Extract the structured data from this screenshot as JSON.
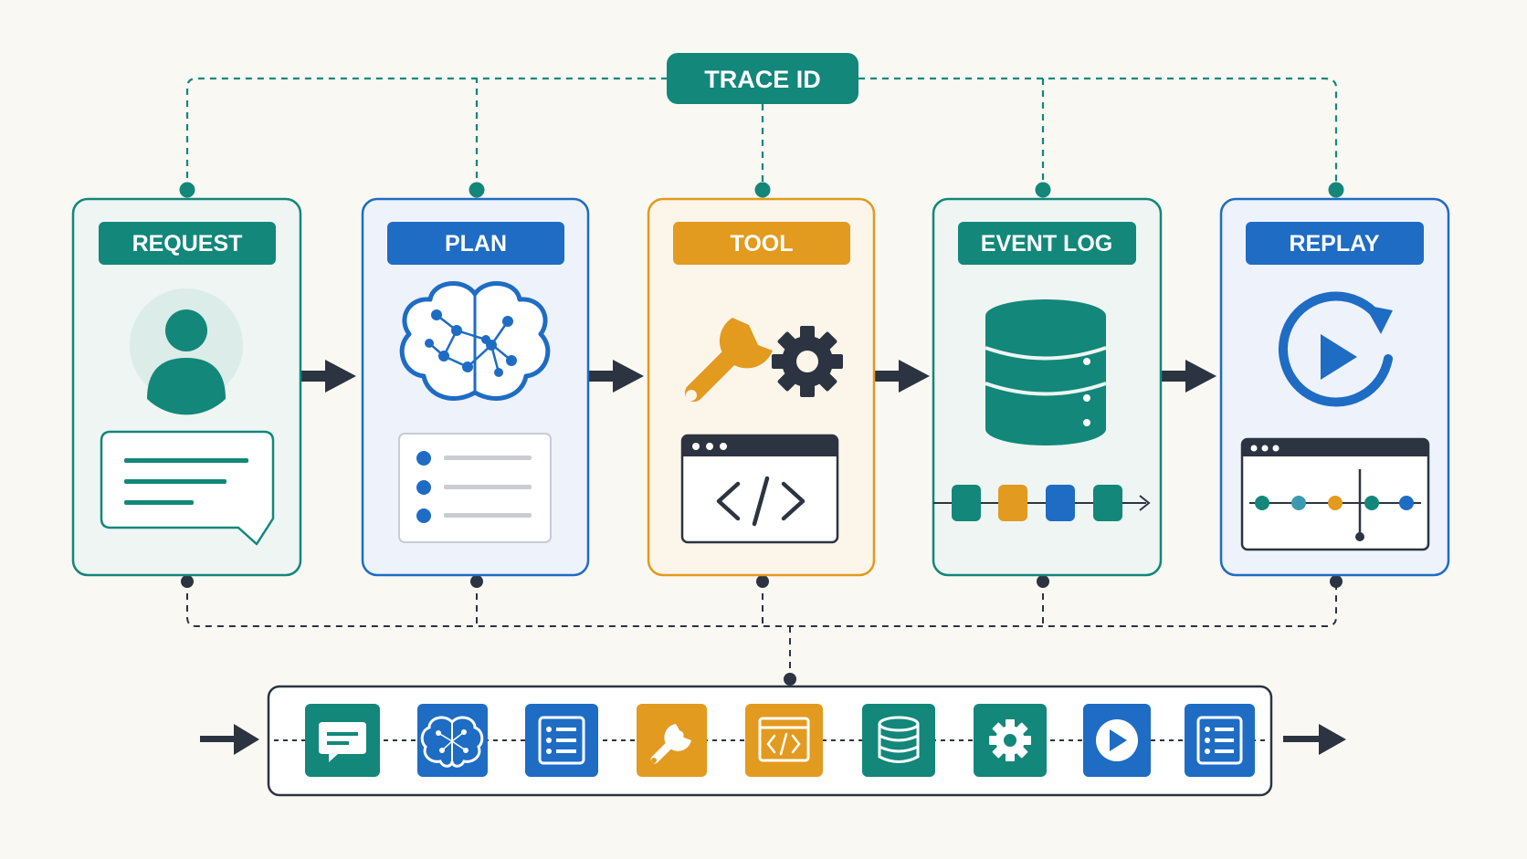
{
  "trace_label": "TRACE ID",
  "colors": {
    "teal": "#12877a",
    "blue": "#1e6cc4",
    "orange": "#e29a1f",
    "dark": "#2b3440",
    "background": "#faf8f3"
  },
  "stages": [
    {
      "label": "REQUEST",
      "color": "teal",
      "icon": "user-avatar-icon",
      "content": "chat-bubble-icon"
    },
    {
      "label": "PLAN",
      "color": "blue",
      "icon": "brain-network-icon",
      "content": "checklist-icon"
    },
    {
      "label": "TOOL",
      "color": "orange",
      "icon": "wrench-gear-icon",
      "content": "code-window-icon"
    },
    {
      "label": "EVENT LOG",
      "color": "teal",
      "icon": "database-icon",
      "content": "event-timeline-icon"
    },
    {
      "label": "REPLAY",
      "color": "blue",
      "icon": "replay-icon",
      "content": "replay-timeline-window-icon"
    }
  ],
  "timeline_icons": [
    {
      "icon": "chat-bubble-icon",
      "color": "teal"
    },
    {
      "icon": "brain-icon",
      "color": "blue"
    },
    {
      "icon": "list-icon",
      "color": "blue"
    },
    {
      "icon": "wrench-icon",
      "color": "orange"
    },
    {
      "icon": "code-icon",
      "color": "orange"
    },
    {
      "icon": "database-icon",
      "color": "teal"
    },
    {
      "icon": "gear-icon",
      "color": "teal"
    },
    {
      "icon": "play-icon",
      "color": "blue"
    },
    {
      "icon": "list-icon",
      "color": "blue"
    }
  ]
}
